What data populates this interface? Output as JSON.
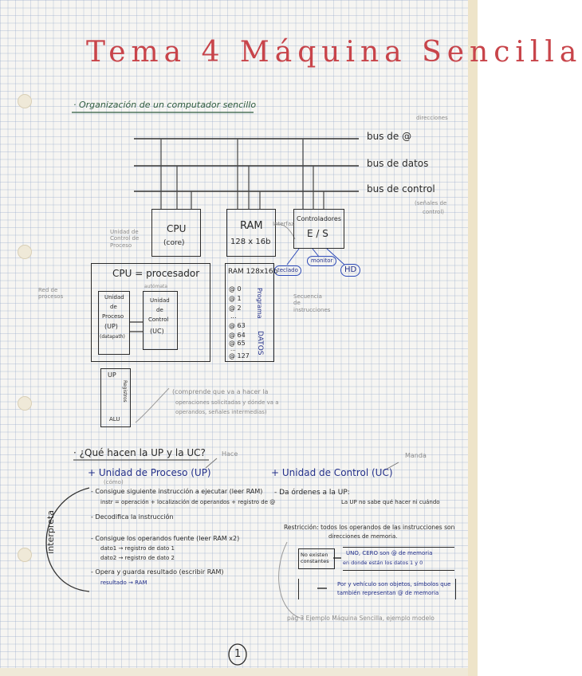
{
  "title": "Tema 4  Máquina Sencilla",
  "section1": "· Organización de un computador sencillo",
  "bus": {
    "address": "bus de @",
    "data": "bus de datos",
    "control": "bus de control",
    "note_dir": "direcciones",
    "note_ctrl_1": "(señales de",
    "note_ctrl_2": "control)"
  },
  "cpu_box": {
    "title": "CPU",
    "sub": "(core)"
  },
  "ram_box": {
    "title": "RAM",
    "sub": "128 x 16b"
  },
  "io_box": {
    "title1": "Controladores",
    "title2": "E / S"
  },
  "peripherals": [
    "teclado",
    "monitor",
    "HD"
  ],
  "cpu_detail": {
    "title": "CPU = procesador",
    "up": [
      "Unidad",
      "de",
      "Proceso",
      "(UP)",
      "(datapath)"
    ],
    "uc": [
      "Unidad",
      "de",
      "Control",
      "(UC)"
    ],
    "automata": "autómata"
  },
  "ram_detail": {
    "title": "RAM 128x16b",
    "addresses": [
      "@ 0",
      "@ 1",
      "@ 2",
      "...",
      "@ 63",
      "@ 64",
      "@ 65",
      "...",
      "@ 127"
    ],
    "programa": "Programa",
    "datos": "DATOS"
  },
  "regs": {
    "items": [
      "UP",
      "Registros",
      "ALU"
    ]
  },
  "notes": {
    "uc_label": "Unidad de Control de Proceso",
    "red_proceso": "Red de procesos",
    "secuencia": "Secuencia de instrucciones",
    "interfaz": "Interfaz",
    "comprende": "(comprende que va a hacer la",
    "comprende2": "operaciones solicitadas y dónde va a",
    "comprende3": "operandos, señales intermedias)"
  },
  "section2": "· ¿Qué hacen la UP y la UC?",
  "hace": "Hace",
  "manda": "Manda",
  "up_heading": "+ Unidad de Proceso (UP)",
  "up_sub": "(cómo)",
  "up_steps": [
    "- Consigue siguiente instrucción a ejecutar (leer RAM)",
    "instr = operación + localización de operandos + registro de @",
    "- Decodifica la instrucción",
    "- Consigue los operandos fuente (leer RAM x2)",
    "dato1 → registro de dato 1",
    "dato2 → registro de dato 2",
    "- Opera y guarda resultado (escribir RAM)",
    "resultado → RAM"
  ],
  "interpreta": "interpreta",
  "uc_heading": "+ Unidad de Control (UC)",
  "uc_steps": [
    "- Da órdenes a la UP:",
    "La UP no sabe qué hacer ni cuándo",
    "Restricción: todos los operandos de las instrucciones son",
    "direcciones de memoria."
  ],
  "box1_left": "No existen constantes",
  "box1_right1": "UNO, CERO son @ de memoria",
  "box1_right2": "en donde están los datos 1 y 0",
  "box2_right1": "Por y vehículo son objetos, símbolos que",
  "box2_right2": "también representan @ de memoria",
  "footer_note": "pág 3 Ejemplo Máquina Sencilla, ejemplo modelo",
  "page_number": "1"
}
